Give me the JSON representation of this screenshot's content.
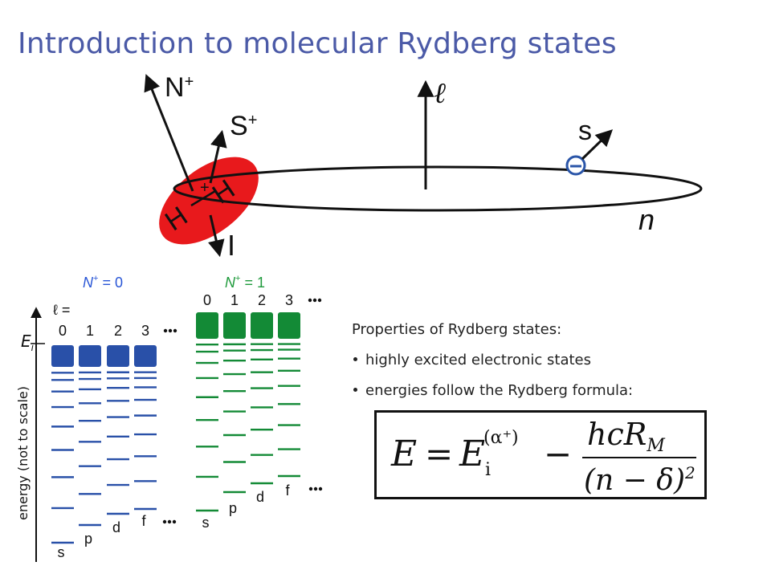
{
  "title": "Introduction to molecular Rydberg states",
  "molecule": {
    "atom1": "H",
    "atom2": "H",
    "charge": "+",
    "N_plus": "N",
    "N_plus_sup": "+",
    "S_plus": "S",
    "S_plus_sup": "+",
    "I": "I",
    "electron_sign": "-",
    "s": "s",
    "l": "ℓ",
    "n": "n"
  },
  "energy_axis": {
    "label": "energy (not to scale)",
    "Ei": "E",
    "Ei_sub": "i"
  },
  "panels": [
    {
      "header_N": "N",
      "header_sup": "+",
      "header_value": " = 0",
      "l_equals": "ℓ =",
      "l_values": [
        "0",
        "1",
        "2",
        "3"
      ],
      "series_labels": [
        "s",
        "p",
        "d",
        "f"
      ],
      "color": "#2950a8"
    },
    {
      "header_N": "N",
      "header_sup": "+",
      "header_value": " = 1",
      "l_values": [
        "0",
        "1",
        "2",
        "3"
      ],
      "series_labels": [
        "s",
        "p",
        "d",
        "f"
      ],
      "color": "#138a36"
    }
  ],
  "properties": {
    "heading": "Properties of Rydberg states:",
    "bullets": [
      "highly excited electronic states",
      "energies follow the Rydberg formula:"
    ]
  },
  "formula": {
    "lhs": "E",
    "equals": "=",
    "Ei": "E",
    "Ei_sup": "(α⁺)",
    "Ei_sub": "i",
    "minus": "−",
    "numerator": "hcR",
    "numerator_sub": "M",
    "denominator": "(n − δ)",
    "denominator_sup": "2"
  },
  "colors": {
    "title": "#4b5aa7",
    "ellipse_red": "#e8191c",
    "electron_blue": "#2a55a8",
    "header_blue": "#2855d6",
    "header_green": "#1f9a3c"
  }
}
